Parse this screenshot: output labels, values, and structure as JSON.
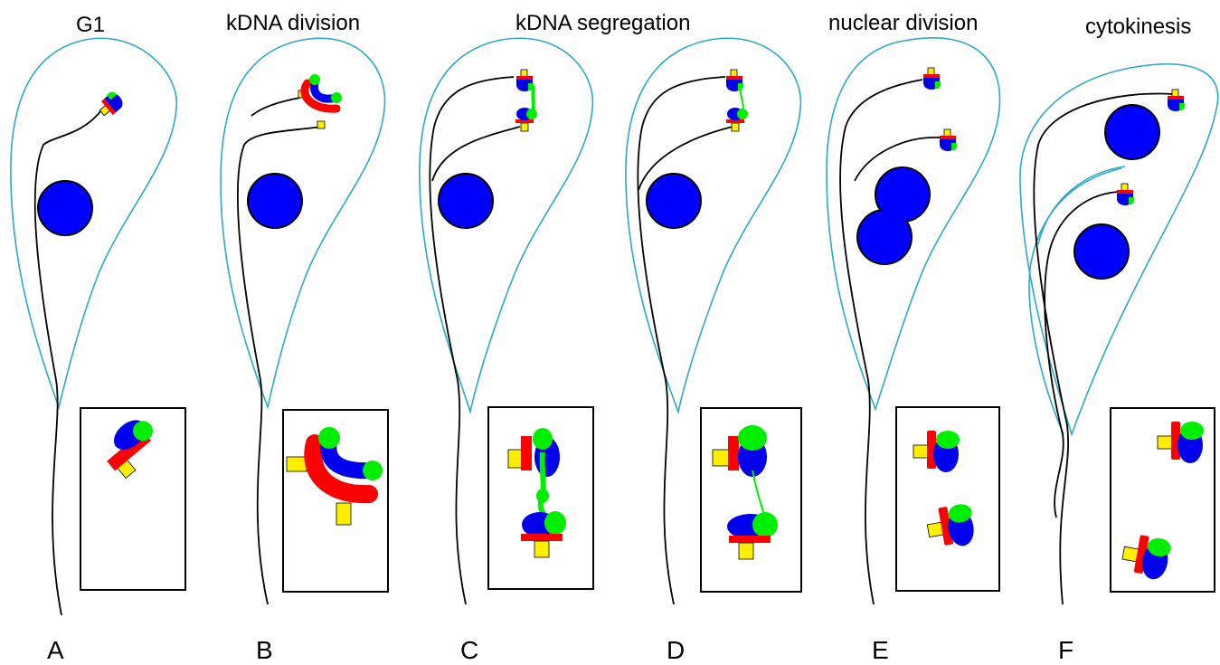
{
  "colors": {
    "cell_outline": "#2aa9c8",
    "nucleus": "#0000ff",
    "kdna_red": "#ff0000",
    "kdna_green": "#00ee00",
    "kdna_blue": "#0000ee",
    "basal_body_yellow": "#ffee00",
    "flagellum": "#000000"
  },
  "stages": [
    {
      "title": "G1",
      "letter": "A"
    },
    {
      "title": "kDNA division",
      "letter": "B"
    },
    {
      "title": "kDNA segregation",
      "letter": "C"
    },
    {
      "title": "",
      "letter": "D"
    },
    {
      "title": "nuclear division",
      "letter": "E"
    },
    {
      "title": "cytokinesis",
      "letter": "F"
    }
  ]
}
